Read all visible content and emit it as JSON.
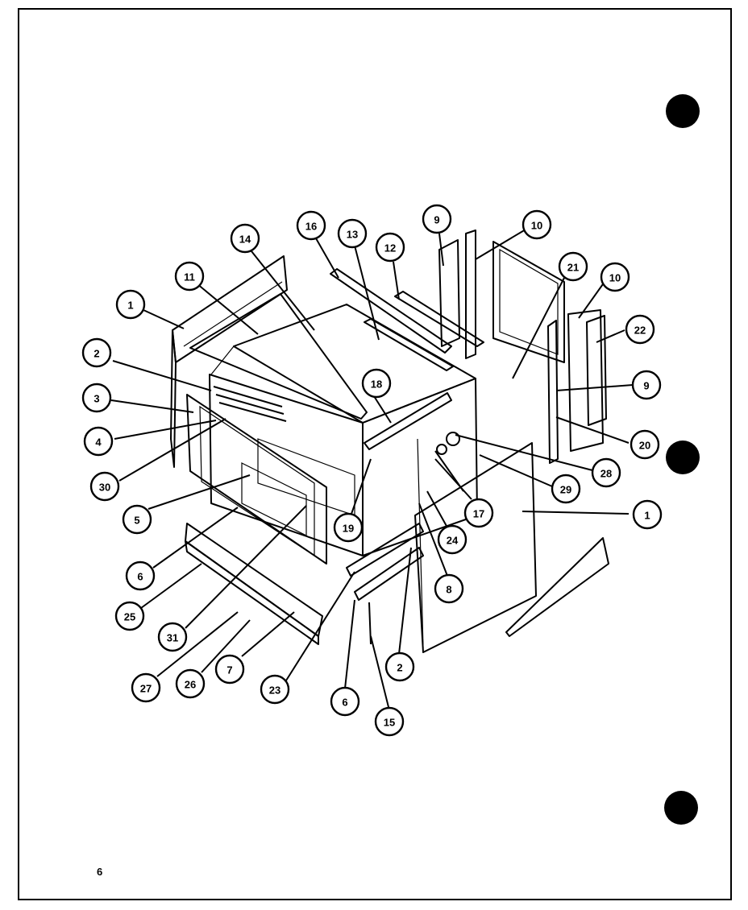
{
  "diagram": {
    "page_number": "6",
    "callouts": [
      {
        "id": "c-1a",
        "label": "1"
      },
      {
        "id": "c-2a",
        "label": "2"
      },
      {
        "id": "c-3",
        "label": "3"
      },
      {
        "id": "c-4",
        "label": "4"
      },
      {
        "id": "c-30",
        "label": "30"
      },
      {
        "id": "c-5",
        "label": "5"
      },
      {
        "id": "c-6a",
        "label": "6"
      },
      {
        "id": "c-25",
        "label": "25"
      },
      {
        "id": "c-31",
        "label": "31"
      },
      {
        "id": "c-27",
        "label": "27"
      },
      {
        "id": "c-26",
        "label": "26"
      },
      {
        "id": "c-7",
        "label": "7"
      },
      {
        "id": "c-23",
        "label": "23"
      },
      {
        "id": "c-6b",
        "label": "6"
      },
      {
        "id": "c-15",
        "label": "15"
      },
      {
        "id": "c-2b",
        "label": "2"
      },
      {
        "id": "c-8",
        "label": "8"
      },
      {
        "id": "c-24",
        "label": "24"
      },
      {
        "id": "c-17",
        "label": "17"
      },
      {
        "id": "c-29",
        "label": "29"
      },
      {
        "id": "c-28",
        "label": "28"
      },
      {
        "id": "c-1b",
        "label": "1"
      },
      {
        "id": "c-20",
        "label": "20"
      },
      {
        "id": "c-9a",
        "label": "9"
      },
      {
        "id": "c-22",
        "label": "22"
      },
      {
        "id": "c-10a",
        "label": "10"
      },
      {
        "id": "c-21",
        "label": "21"
      },
      {
        "id": "c-10b",
        "label": "10"
      },
      {
        "id": "c-9b",
        "label": "9"
      },
      {
        "id": "c-12",
        "label": "12"
      },
      {
        "id": "c-13",
        "label": "13"
      },
      {
        "id": "c-16",
        "label": "16"
      },
      {
        "id": "c-14",
        "label": "14"
      },
      {
        "id": "c-11",
        "label": "11"
      },
      {
        "id": "c-18",
        "label": "18"
      },
      {
        "id": "c-19",
        "label": "19"
      }
    ]
  }
}
